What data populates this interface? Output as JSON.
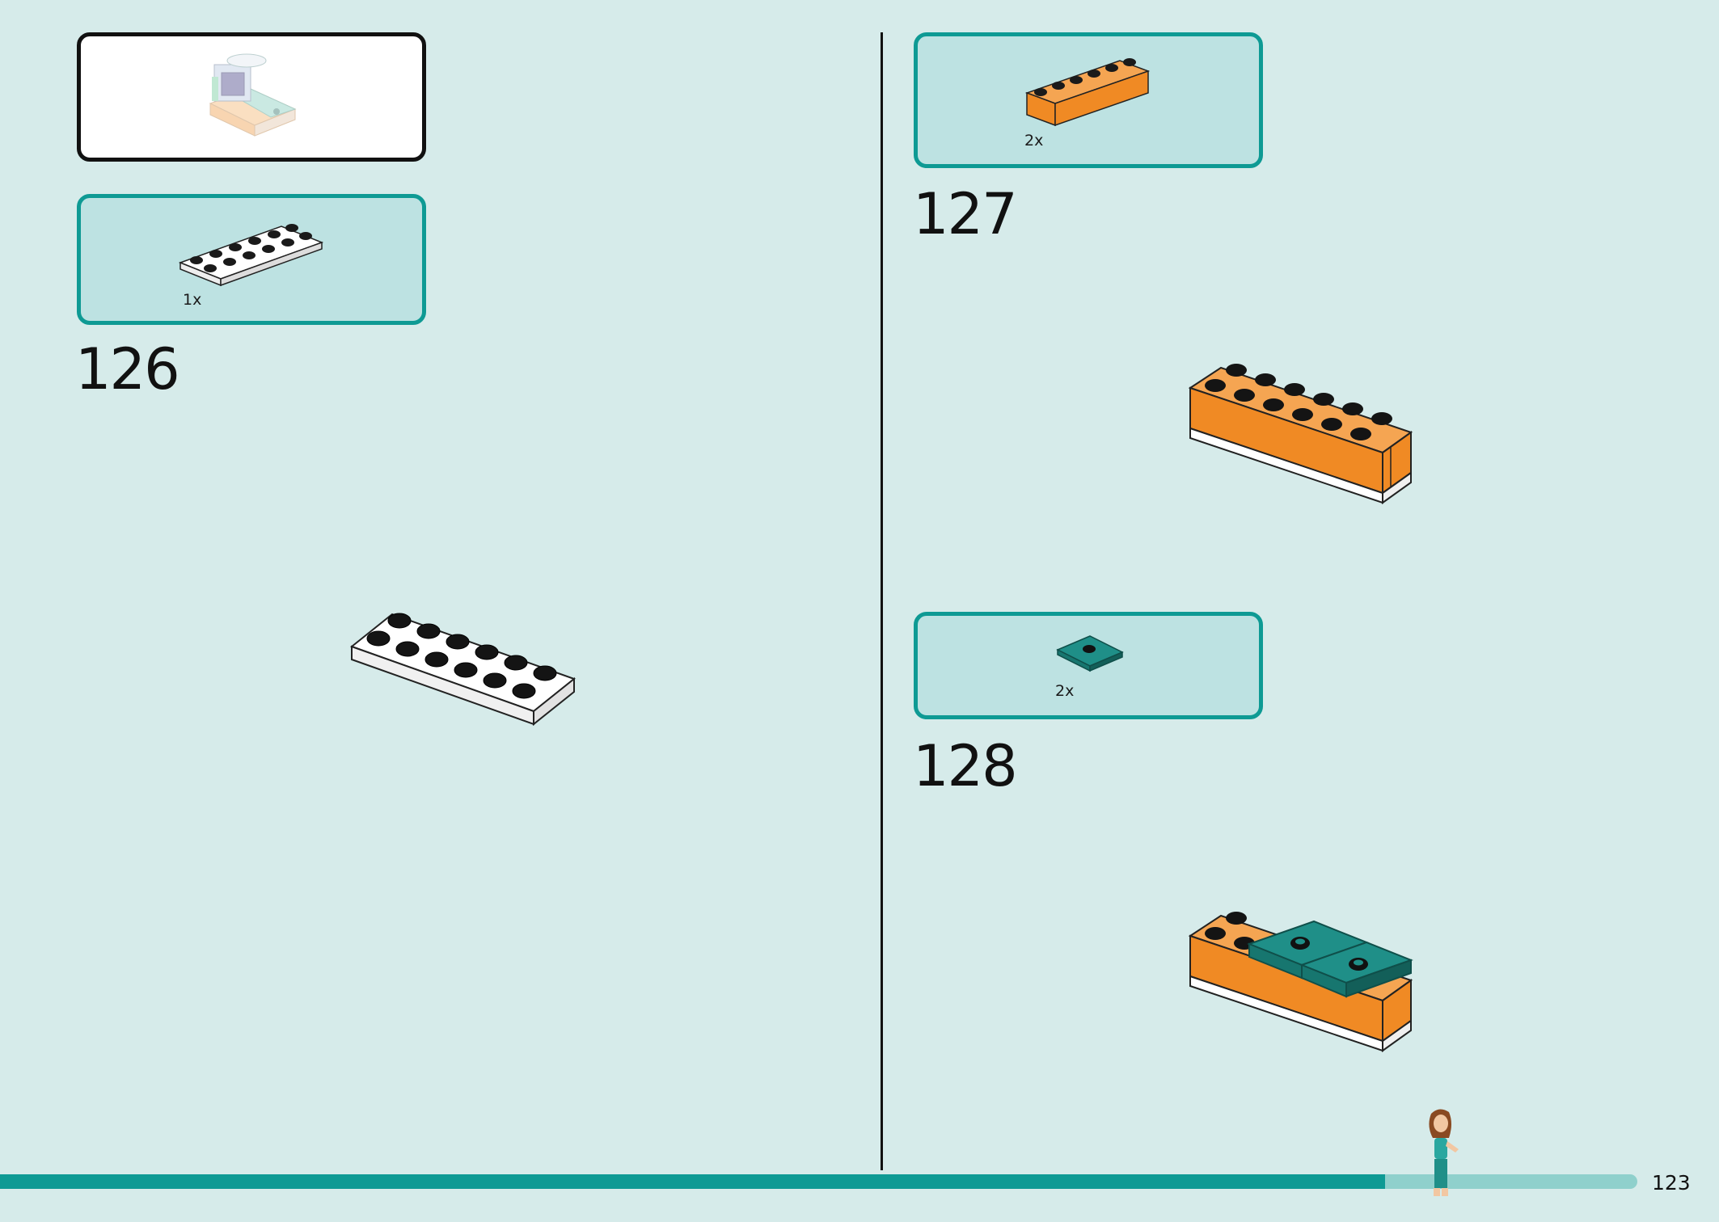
{
  "page": {
    "number": "123",
    "progress_fraction": 0.846
  },
  "steps": [
    {
      "number": "126",
      "parts": [
        {
          "qty": "1x",
          "name": "white-plate-2x6"
        }
      ]
    },
    {
      "number": "127",
      "parts": [
        {
          "qty": "2x",
          "name": "orange-brick-1x6"
        }
      ]
    },
    {
      "number": "128",
      "parts": [
        {
          "qty": "2x",
          "name": "teal-tile-2x2-jumper"
        }
      ]
    }
  ],
  "colors": {
    "background": "#d6ebea",
    "parts_box_fill": "#bde2e2",
    "parts_box_border": "#0e9a94",
    "orange": "#f08a24",
    "teal_part": "#1f8f88",
    "progress": "#0e9a94"
  }
}
